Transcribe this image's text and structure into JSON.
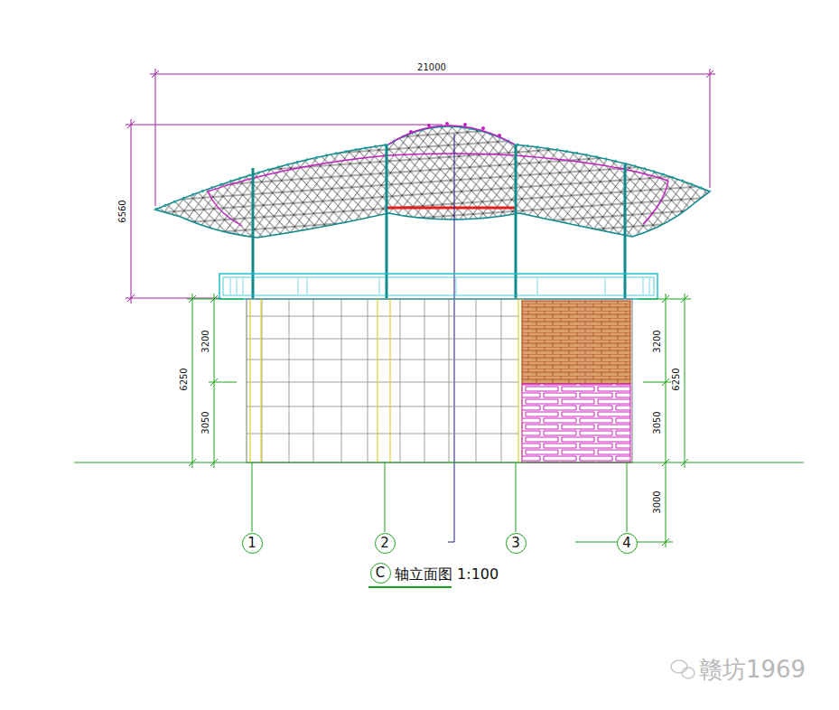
{
  "diagram": {
    "caption": "轴立面图 1:100",
    "nodes": [
      {
        "text": [
          "1"
        ]
      },
      {
        "text": [
          "2"
        ]
      },
      {
        "text": [
          "3"
        ]
      },
      {
        "text": [
          "4"
        ]
      },
      {
        "text": [
          "C"
        ]
      }
    ],
    "labels": [
      "21000",
      "6560",
      "3200",
      "6250",
      "3050",
      "3200",
      "3050",
      "6250",
      "3000",
      "赣坊1969"
    ]
  }
}
